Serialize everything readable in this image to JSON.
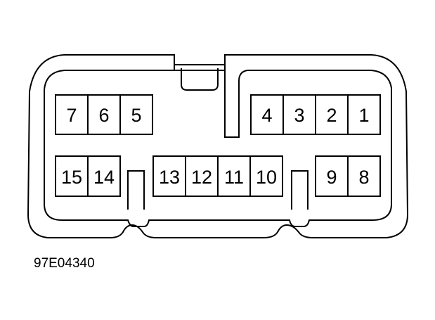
{
  "caption": "97E04340",
  "pins": {
    "p1": "1",
    "p2": "2",
    "p3": "3",
    "p4": "4",
    "p5": "5",
    "p6": "6",
    "p7": "7",
    "p8": "8",
    "p9": "9",
    "p10": "10",
    "p11": "11",
    "p12": "12",
    "p13": "13",
    "p14": "14",
    "p15": "15"
  }
}
